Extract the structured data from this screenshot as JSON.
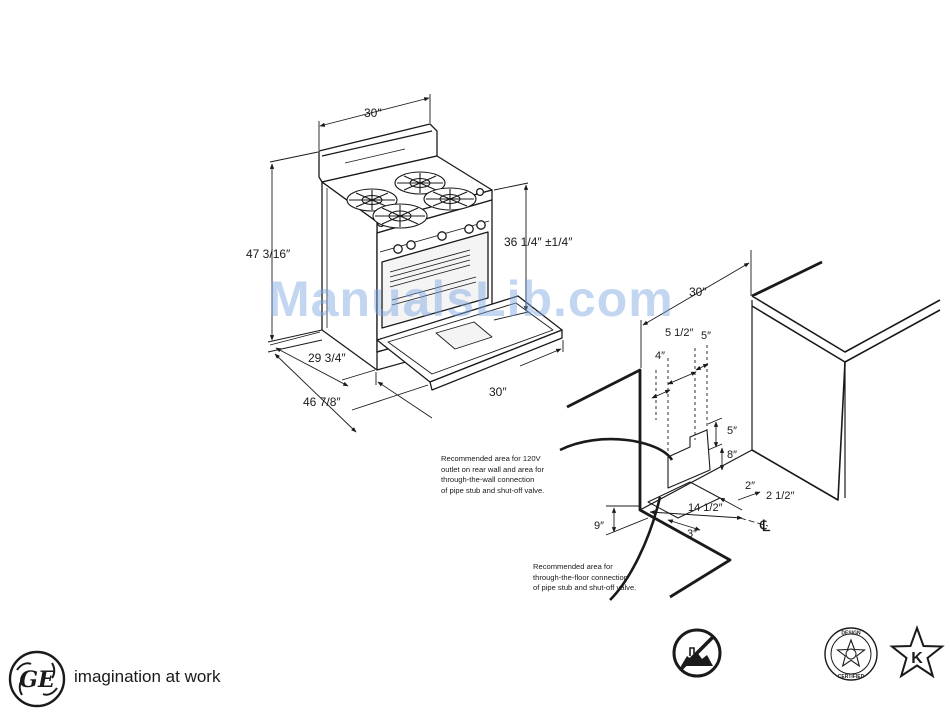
{
  "range": {
    "width": "30″",
    "height": "47 3/16″",
    "cooktop_height": "36 1/4″ ±1/4″",
    "depth": "29 3/4″",
    "depth_door_open": "46 7/8″",
    "door_width": "30″"
  },
  "installation": {
    "opening_width": "30″",
    "dim_5_1_2": "5 1/2″",
    "dim_4": "4″",
    "dim_5_top": "5″",
    "dim_5_side": "5″",
    "dim_8": "8″",
    "dim_9": "9″",
    "dim_2": "2″",
    "dim_2_1_2": "2 1/2″",
    "dim_14_1_2": "14 1/2″",
    "dim_3": "3″",
    "centerline_symbol": "℄"
  },
  "notes": {
    "wall": [
      "Recommended area for 120V",
      "outlet on rear wall and area for",
      "through-the-wall connection",
      "of pipe stub and shut-off valve."
    ],
    "floor": [
      "Recommended area for",
      "through-the-floor connection",
      "of pipe stub and shut-off valve."
    ]
  },
  "watermark": "ManualsLib.com",
  "brand": {
    "logo_text": "GE",
    "tagline": "imagination at work"
  },
  "badges": {
    "design_certified_top": "DESIGN",
    "design_certified_bottom": "CERTIFIED",
    "star_k_letter": "K"
  }
}
